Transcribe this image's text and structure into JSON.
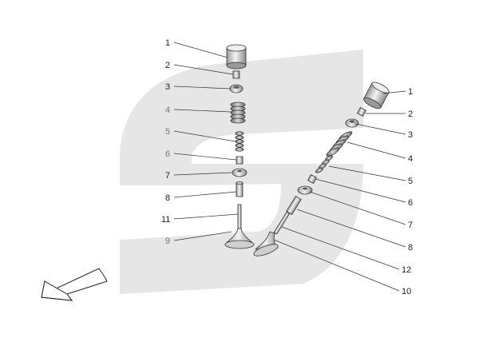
{
  "diagram": {
    "left_callouts": [
      "1",
      "2",
      "3",
      "4",
      "5",
      "6",
      "7",
      "8",
      "11",
      "9"
    ],
    "right_callouts": [
      "1",
      "2",
      "3",
      "4",
      "5",
      "6",
      "7",
      "8",
      "12",
      "10"
    ],
    "watermark_icon": "brand-s-watermark-icon",
    "direction_icon": "front-direction-arrow-icon"
  }
}
